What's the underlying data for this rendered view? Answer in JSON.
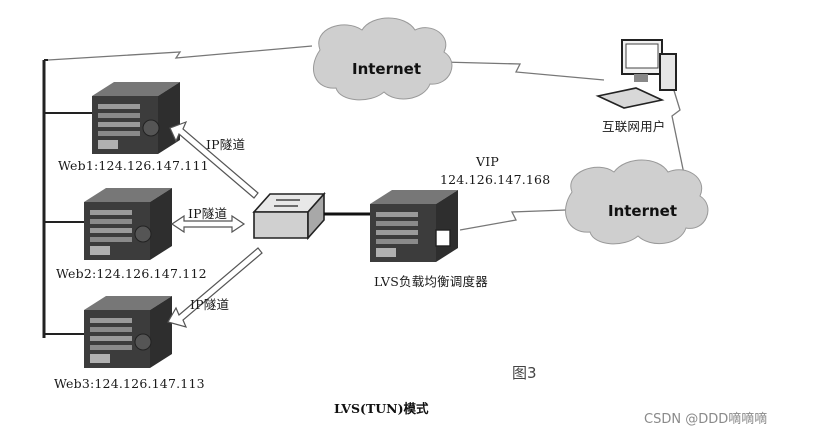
{
  "diagram": {
    "clouds": [
      {
        "label": "Internet"
      },
      {
        "label": "Internet"
      }
    ],
    "client": {
      "label": "互联网用户"
    },
    "vip": {
      "label": "VIP",
      "address": "124.126.147.168"
    },
    "balancer": {
      "label": "LVS负载均衡调度器"
    },
    "servers": [
      {
        "label": "Web1:124.126.147.111"
      },
      {
        "label": "Web2:124.126.147.112"
      },
      {
        "label": "Web3:124.126.147.113"
      }
    ],
    "tunnels": [
      {
        "label": "IP隧道"
      },
      {
        "label": "IP隧道"
      },
      {
        "label": "IP隧道"
      }
    ],
    "figure_number": "图3",
    "caption": "LVS(TUN)模式"
  },
  "watermark": "CSDN @DDD嘀嘀嘀",
  "colors": {
    "line": "#222222",
    "cloud_fill": "#d3d3d3",
    "server_dark": "#3a3a3a",
    "arrow_fill": "#ffffff"
  }
}
